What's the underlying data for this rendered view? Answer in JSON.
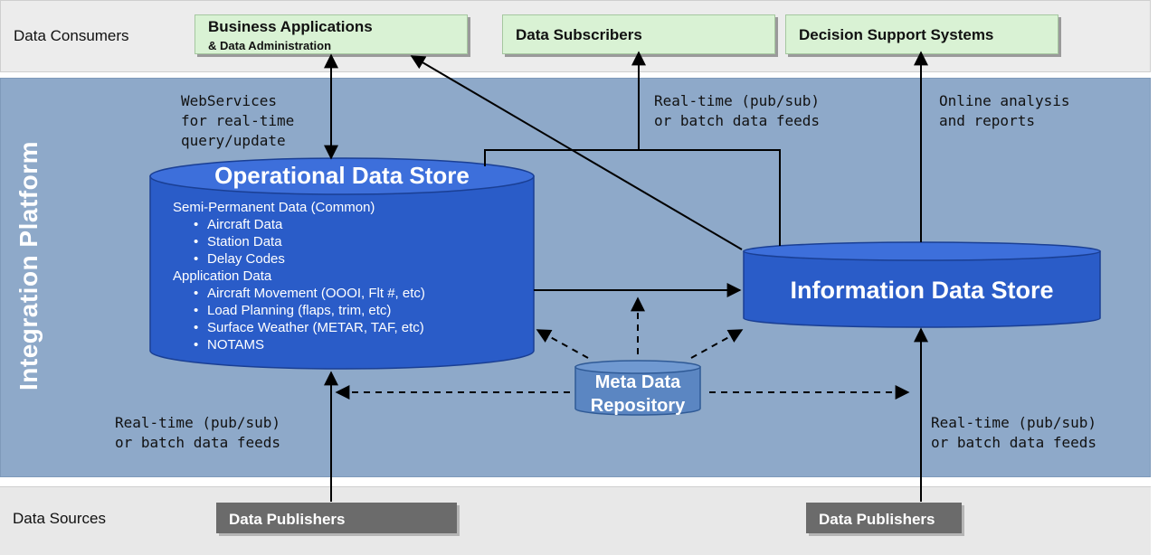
{
  "tiers": {
    "consumers_label": "Data Consumers",
    "platform_label": "Integration Platform",
    "sources_label": "Data Sources"
  },
  "consumers": [
    {
      "title": "Business Applications",
      "subtitle": "& Data Administration"
    },
    {
      "title": "Data Subscribers",
      "subtitle": ""
    },
    {
      "title": "Decision Support Systems",
      "subtitle": ""
    }
  ],
  "publishers": [
    {
      "label": "Data Publishers"
    },
    {
      "label": "Data Publishers"
    }
  ],
  "operational_data_store": {
    "title": "Operational Data Store",
    "lines": [
      {
        "text": "Semi-Permanent Data (Common)",
        "bullet": false
      },
      {
        "text": "Aircraft Data",
        "bullet": true
      },
      {
        "text": "Station Data",
        "bullet": true
      },
      {
        "text": "Delay Codes",
        "bullet": true
      },
      {
        "text": "Application Data",
        "bullet": false
      },
      {
        "text": "Aircraft Movement (OOOI, Flt #, etc)",
        "bullet": true
      },
      {
        "text": "Load Planning (flaps, trim, etc)",
        "bullet": true
      },
      {
        "text": "Surface Weather (METAR, TAF, etc)",
        "bullet": true
      },
      {
        "text": "NOTAMS",
        "bullet": true
      }
    ]
  },
  "information_data_store": {
    "title": "Information Data Store"
  },
  "meta_data_repository": {
    "title_line1": "Meta Data",
    "title_line2": "Repository"
  },
  "annotations": {
    "webservices": "WebServices\nfor real-time\nquery/update",
    "subscribers_feed": "Real-time (pub/sub)\nor batch data feeds",
    "online_analysis": "Online analysis\nand reports",
    "sources_feed_left": "Real-time (pub/sub)\nor batch data feeds",
    "sources_feed_right": "Real-time (pub/sub)\nor batch data feeds"
  },
  "colors": {
    "consumer_box": "#d9f2d4",
    "publisher_box": "#6b6b6b",
    "platform": "#8ea9c9",
    "cylinder": "#2a5cc8",
    "meta_cylinder": "#5b86c2"
  }
}
